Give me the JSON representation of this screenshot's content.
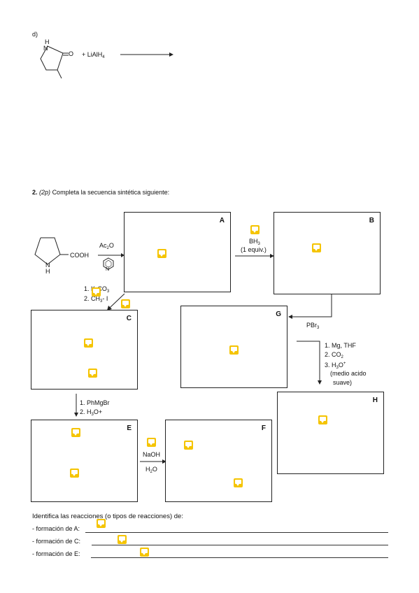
{
  "part_d": {
    "label": "d)",
    "reagent_plus": "+ LiAlH",
    "reagent_sub": "4",
    "atom_H": "H",
    "atom_N": "N",
    "atom_O": "O"
  },
  "q2": {
    "number": "2.",
    "points": "(2p)",
    "text": "Completa la secuencia sintética siguiente:"
  },
  "start": {
    "cooh": "COOH",
    "N": "N",
    "H": "H",
    "pyr_N": "N"
  },
  "reagents": {
    "ac2o_pre": "Ac",
    "ac2o_sub": "2",
    "ac2o_post": "O",
    "bh3_pre": "BH",
    "bh3_sub": "3",
    "bh3_equiv": "(1 equiv.)",
    "pbr3_pre": "PBr",
    "pbr3_sub": "3",
    "k2co3_pre": "1. K",
    "k2co3_sub": "2",
    "k2co3_post": "CO",
    "k2co3_sub2": "3",
    "ch3i_pre": "2. CH",
    "ch3i_sub": "3",
    "ch3i_post": "- I",
    "grignard_1": "1. Mg, THF",
    "grignard_2_pre": "2. CO",
    "grignard_2_sub": "2",
    "grignard_3_pre": "3. H",
    "grignard_3_sub": "3",
    "grignard_3_post": "O",
    "grignard_3_sup": "+",
    "grignard_4": "(medio acido",
    "grignard_5": "suave)",
    "phmgbr_1": "1. PhMgBr",
    "phmgbr_2_pre": "2. H",
    "phmgbr_2_sub": "3",
    "phmgbr_2_post": "O+",
    "naoh": "NaOH",
    "h2o_pre": "H",
    "h2o_sub": "2",
    "h2o_post": "O"
  },
  "boxes": {
    "A": "A",
    "B": "B",
    "C": "C",
    "E": "E",
    "F": "F",
    "G": "G",
    "H": "H"
  },
  "identify": {
    "intro": "Identifica las reacciones (o tipos de reacciones) de:",
    "items": [
      "- formación de A:",
      "- formación de C:",
      "- formación de E:"
    ]
  },
  "colors": {
    "note": "#f5c400",
    "ink": "#222222"
  }
}
